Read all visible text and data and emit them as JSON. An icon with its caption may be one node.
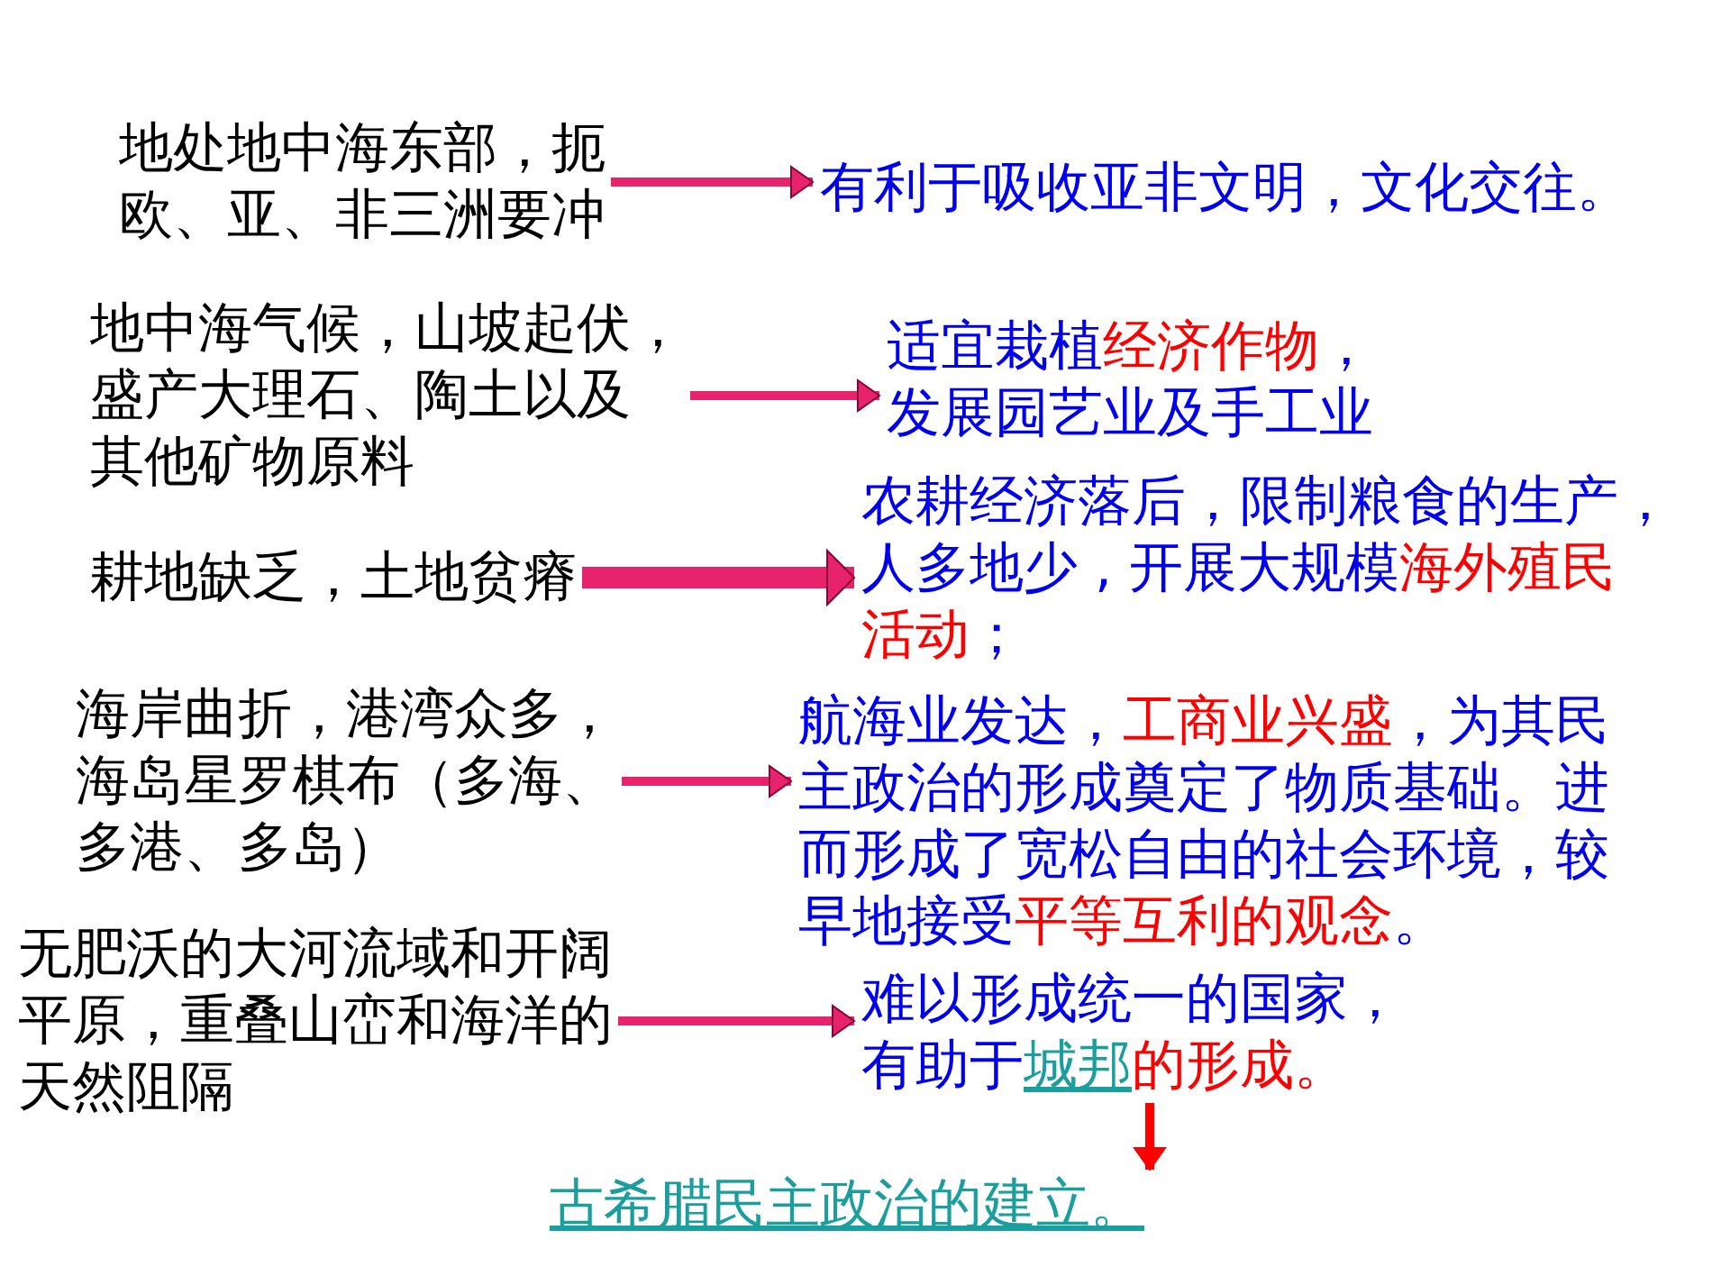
{
  "diagram": {
    "nodes": [
      {
        "text": [
          "地处地中海东部，扼欧、亚、非三洲要冲"
        ]
      },
      {
        "text": [
          "地中海气候，山坡起伏，盛产大理石、陶土以及其他矿物原料"
        ]
      },
      {
        "text": [
          "耕地缺乏，土地贫瘠"
        ]
      },
      {
        "text": [
          "海岸曲折，港湾众多，海岛星罗棋布（多海、多港、多岛）"
        ]
      },
      {
        "text": [
          "无肥沃的大河流域和开阔平原，重叠山峦和海洋的天然阻隔"
        ]
      },
      {
        "text": [
          "有利于吸收亚非文明，文化交往。"
        ]
      },
      {
        "text": [
          "适宜栽植",
          "经济作物",
          "，发展园艺业及手工业"
        ]
      },
      {
        "text": [
          "农耕经济落后，限制粮食的生产，人多地少 , 开展大规模",
          "海外殖民活动",
          "；"
        ]
      },
      {
        "text": [
          "航海业发达，",
          "工商业兴盛",
          "，为其民主政治的形成奠定了物质基础。进而形成了宽松自由的社会环境，较早地接受",
          "平等互利的观念",
          "。"
        ]
      },
      {
        "text": [
          "难以形成统一的国家，有助于",
          "城邦",
          "的形成。"
        ]
      },
      {
        "text": [
          "古希腊民主政治的建立。"
        ]
      }
    ],
    "edges": [
      {
        "from": 0,
        "to": 5,
        "arrow": "to"
      },
      {
        "from": 1,
        "to": 6,
        "arrow": "to"
      },
      {
        "from": 2,
        "to": 7,
        "arrow": "to",
        "style": "thick"
      },
      {
        "from": 3,
        "to": 8,
        "arrow": "to"
      },
      {
        "from": 4,
        "to": 9,
        "arrow": "to"
      },
      {
        "from": 9,
        "to": 10,
        "arrow": "to",
        "color": "#ff0000"
      }
    ]
  }
}
